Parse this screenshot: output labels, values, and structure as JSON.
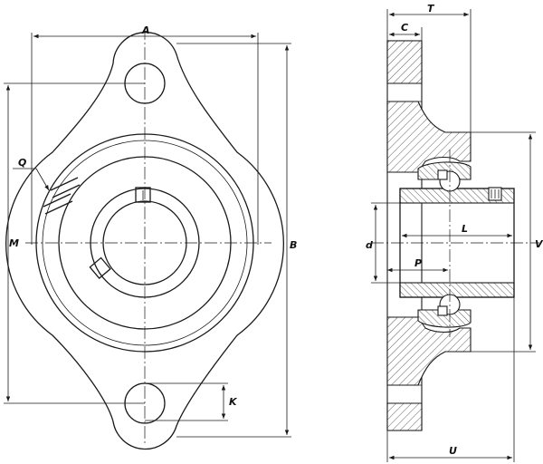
{
  "front_view": {
    "labels": {
      "A": "A",
      "B": "B",
      "M": "M",
      "Q": "Q",
      "K": "K"
    }
  },
  "side_view": {
    "labels": {
      "T": "T",
      "C": "C",
      "L": "L",
      "d": "d",
      "P": "P",
      "V": "V",
      "U": "U"
    }
  }
}
